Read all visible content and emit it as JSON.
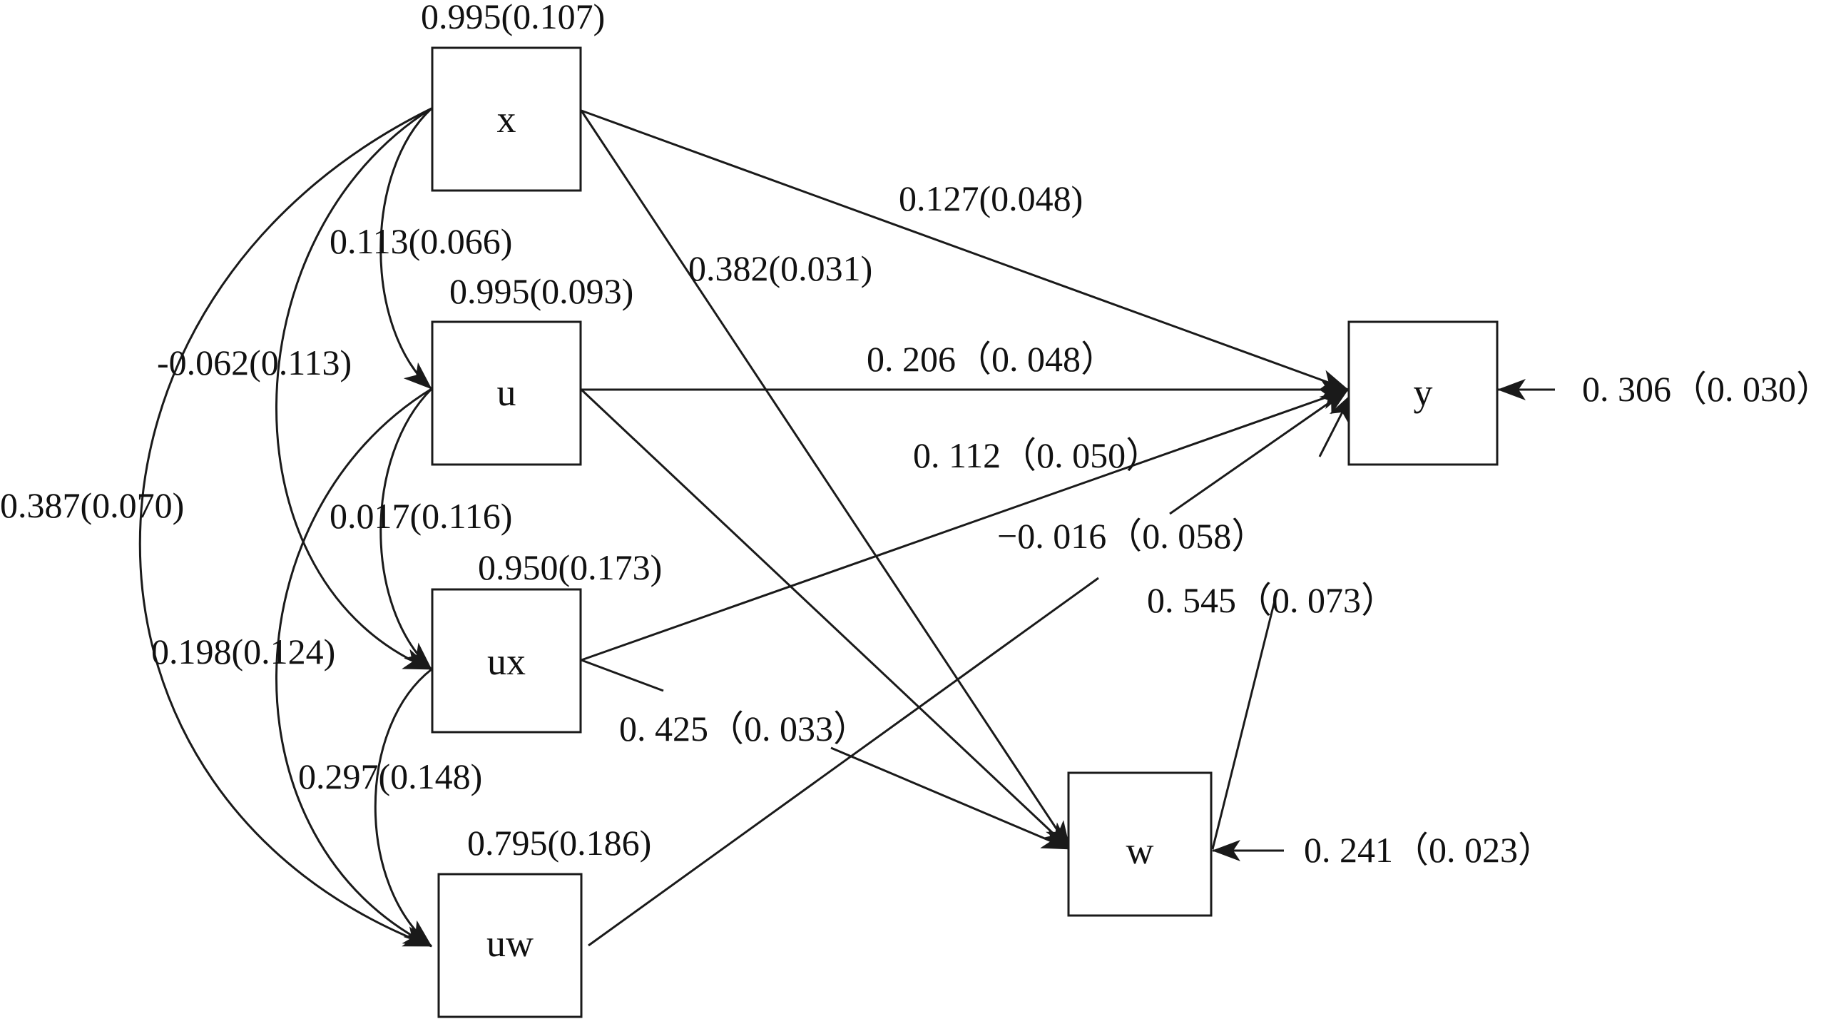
{
  "nodes": {
    "x": {
      "label": "x",
      "variance": "0.995(0.107)"
    },
    "u": {
      "label": "u",
      "variance": "0.995(0.093)"
    },
    "ux": {
      "label": "ux",
      "variance": "0.950(0.173)"
    },
    "uw": {
      "label": "uw",
      "variance": "0.795(0.186)"
    },
    "w": {
      "label": "w",
      "residual": "0. 241（0. 023）"
    },
    "y": {
      "label": "y",
      "residual": "0. 306（0. 030）"
    }
  },
  "paths": {
    "x_y": "0.127(0.048)",
    "x_w": "0.382(0.031)",
    "u_y": "0. 206（0. 048）",
    "ux_y": "0. 112（0. 050）",
    "uw_y": "−0. 016（0. 058）",
    "w_y": "0. 545（0. 073）",
    "u_w": "0. 425（0. 033）"
  },
  "covariances": {
    "x_u": "0.113(0.066)",
    "x_ux": "-0.062(0.113)",
    "x_uw": "0.387(0.070)",
    "u_ux": "0.017(0.116)",
    "u_uw": "0.198(0.124)",
    "ux_uw": "0.297(0.148)"
  },
  "colors": {
    "stroke": "#1a1a1a",
    "text": "#111111",
    "background": "#ffffff"
  }
}
